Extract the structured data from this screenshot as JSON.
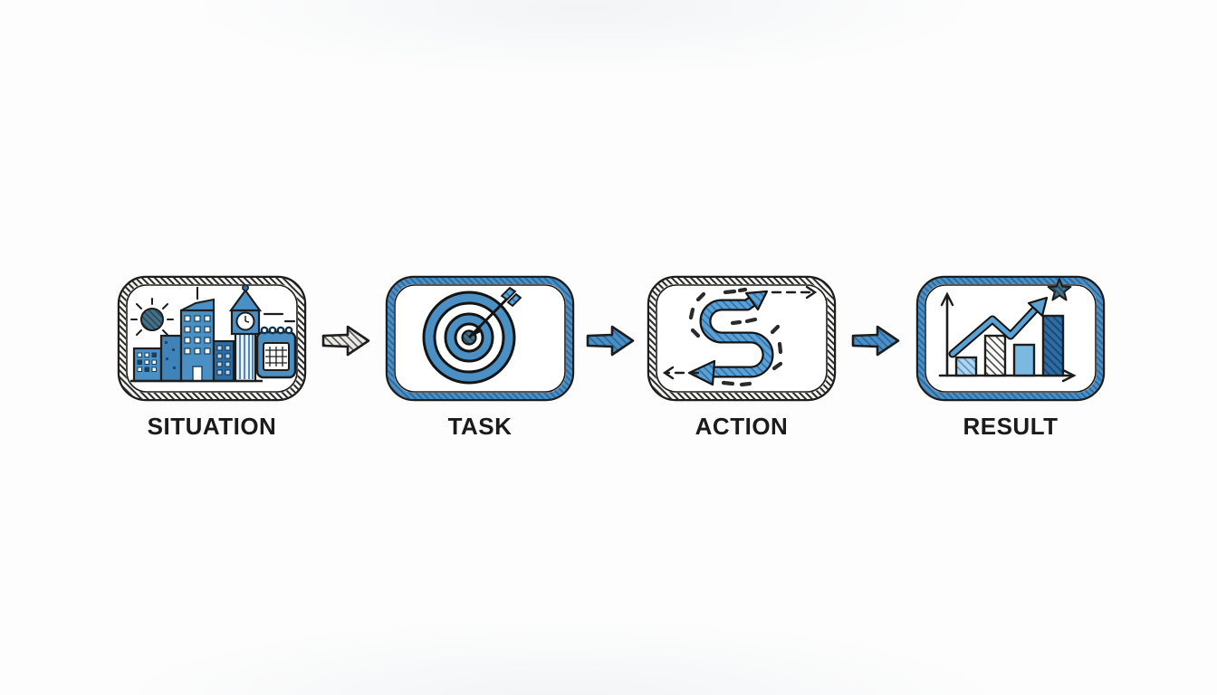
{
  "diagram": {
    "steps": [
      {
        "label": "SITUATION",
        "icon": "city-skyline-calendar-icon"
      },
      {
        "label": "TASK",
        "icon": "target-bullseye-arrow-icon"
      },
      {
        "label": "ACTION",
        "icon": "winding-path-arrows-icon"
      },
      {
        "label": "RESULT",
        "icon": "growth-bar-chart-star-icon"
      }
    ],
    "connectors": [
      {
        "name": "connector-1",
        "style": "gray-hatched-right-arrow"
      },
      {
        "name": "connector-2",
        "style": "blue-hatched-right-arrow"
      },
      {
        "name": "connector-3",
        "style": "blue-hatched-right-arrow"
      }
    ]
  },
  "colors": {
    "primary_blue": "#4a90c4",
    "path_blue": "#5aa1d6",
    "light_blue": "#7cb9e0",
    "dark_blue": "#2e6da4",
    "slate_blue": "#45708c",
    "outline": "#1d1d1d",
    "label_text": "#1b1b1b",
    "background": "#fdfdfd"
  }
}
